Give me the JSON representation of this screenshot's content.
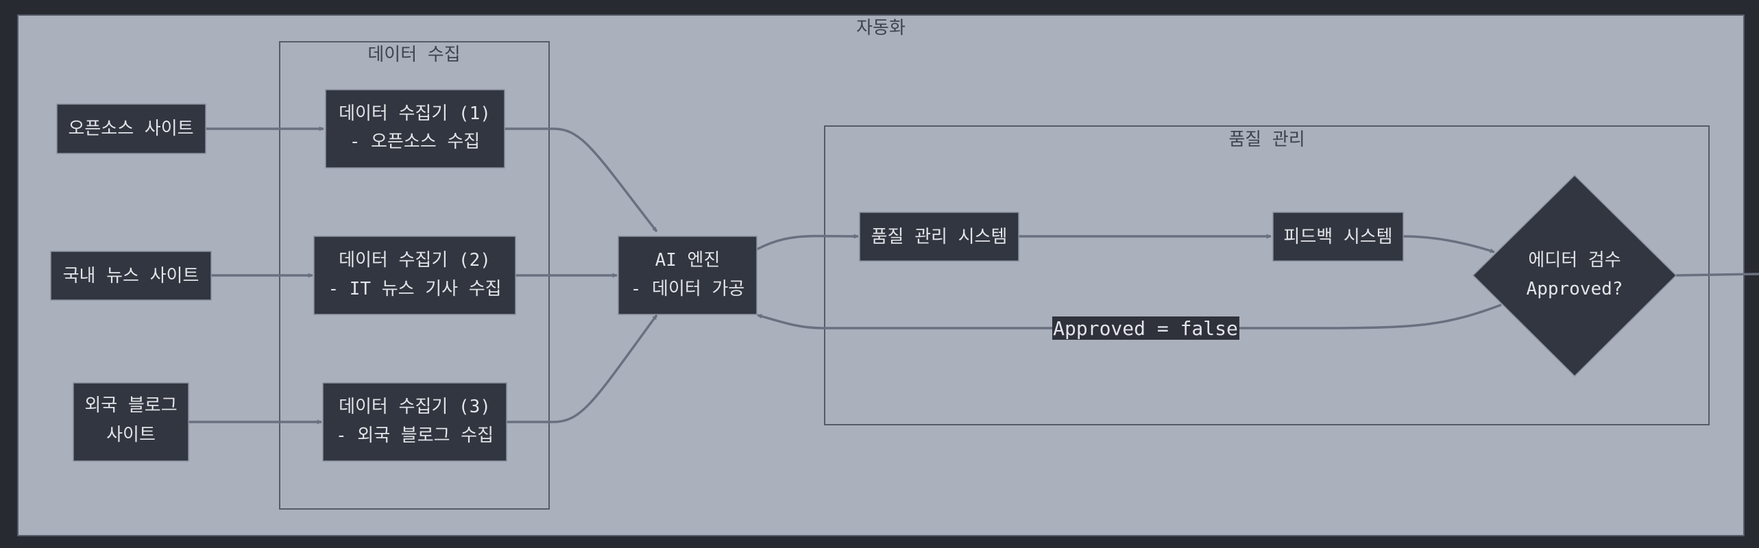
{
  "clusters": {
    "automation": "자동화",
    "collection": "데이터 수집",
    "quality": "품질 관리"
  },
  "nodes": {
    "opensource_site": [
      "오픈소스 사이트"
    ],
    "domestic_news": [
      "국내 뉴스 사이트"
    ],
    "foreign_blog": [
      "외국 블로그",
      "사이트"
    ],
    "collector1": [
      "데이터 수집기 (1)",
      "- 오픈소스 수집"
    ],
    "collector2": [
      "데이터 수집기 (2)",
      "- IT 뉴스 기사 수집"
    ],
    "collector3": [
      "데이터 수집기 (3)",
      "- 외국 블로그 수집"
    ],
    "ai_engine": [
      "AI 엔진",
      "- 데이터 가공"
    ],
    "qa_system": [
      "품질 관리 시스템"
    ],
    "feedback": [
      "피드백 시스템"
    ],
    "editor_review": [
      "에디터 검수",
      "Approved?"
    ]
  },
  "edge_labels": {
    "rejected": "Approved = false"
  },
  "colors": {
    "page_background": "#282a32",
    "cluster_fill": "#aab0bc",
    "node_fill": "#323640",
    "edge": "#6b7080",
    "node_text": "#e2e4e8"
  }
}
